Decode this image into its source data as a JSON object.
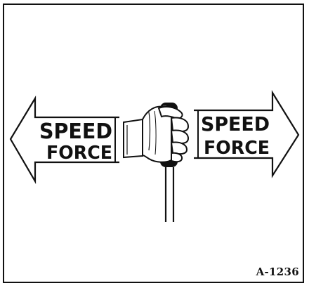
{
  "figure": {
    "label": "A-1236"
  },
  "left_arrow": {
    "line1": "SPEED",
    "line2": "FORCE"
  },
  "right_arrow": {
    "line1": "SPEED",
    "line2": "FORCE"
  },
  "icons": {
    "hand": "hand-gripping-lever-icon",
    "lever": "lever-handle-icon",
    "left_arrow": "left-arrow-icon",
    "right_arrow": "right-arrow-icon"
  },
  "colors": {
    "ink": "#111111",
    "paper": "#ffffff"
  }
}
